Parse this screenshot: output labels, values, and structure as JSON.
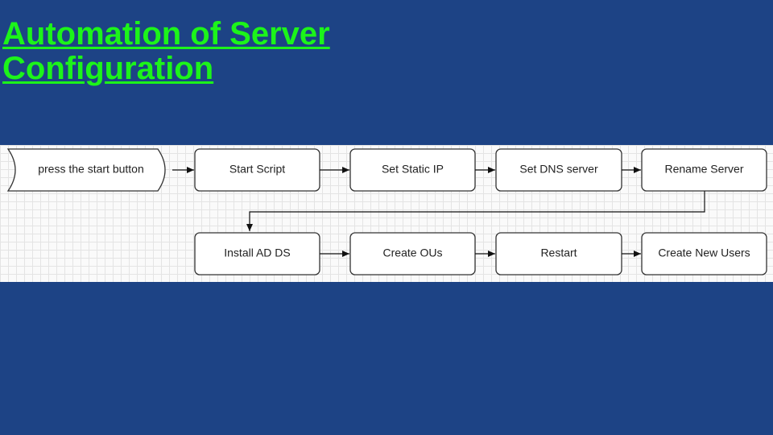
{
  "slide": {
    "title_line1": "Automation of Server",
    "title_line2": "Configuration"
  },
  "colors": {
    "background": "#1d4385",
    "title": "#1cf41a",
    "node_fill": "#ffffff",
    "node_stroke": "#333333",
    "panel": "#fafafa"
  },
  "flowchart": {
    "start_node": {
      "label": "press the start button",
      "shape": "display"
    },
    "steps": [
      {
        "label": "Start Script"
      },
      {
        "label": "Set Static IP"
      },
      {
        "label": "Set DNS server"
      },
      {
        "label": "Rename Server"
      },
      {
        "label": "Install AD DS"
      },
      {
        "label": "Create OUs"
      },
      {
        "label": "Restart"
      },
      {
        "label": "Create New Users"
      }
    ]
  }
}
